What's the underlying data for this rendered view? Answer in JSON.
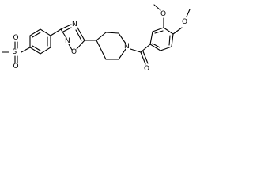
{
  "molecule": {
    "atoms": {
      "sulfonyl_sulfur": "S",
      "sulfonyl_oxygen_top": "O",
      "sulfonyl_oxygen_bottom": "O",
      "oxadiazole_n2": "N",
      "oxadiazole_n4": "N",
      "oxadiazole_o1": "O",
      "piperidine_nitrogen": "N",
      "carbonyl_oxygen": "O",
      "methoxy_oxygen_3": "O",
      "methoxy_oxygen_4": "O"
    }
  }
}
